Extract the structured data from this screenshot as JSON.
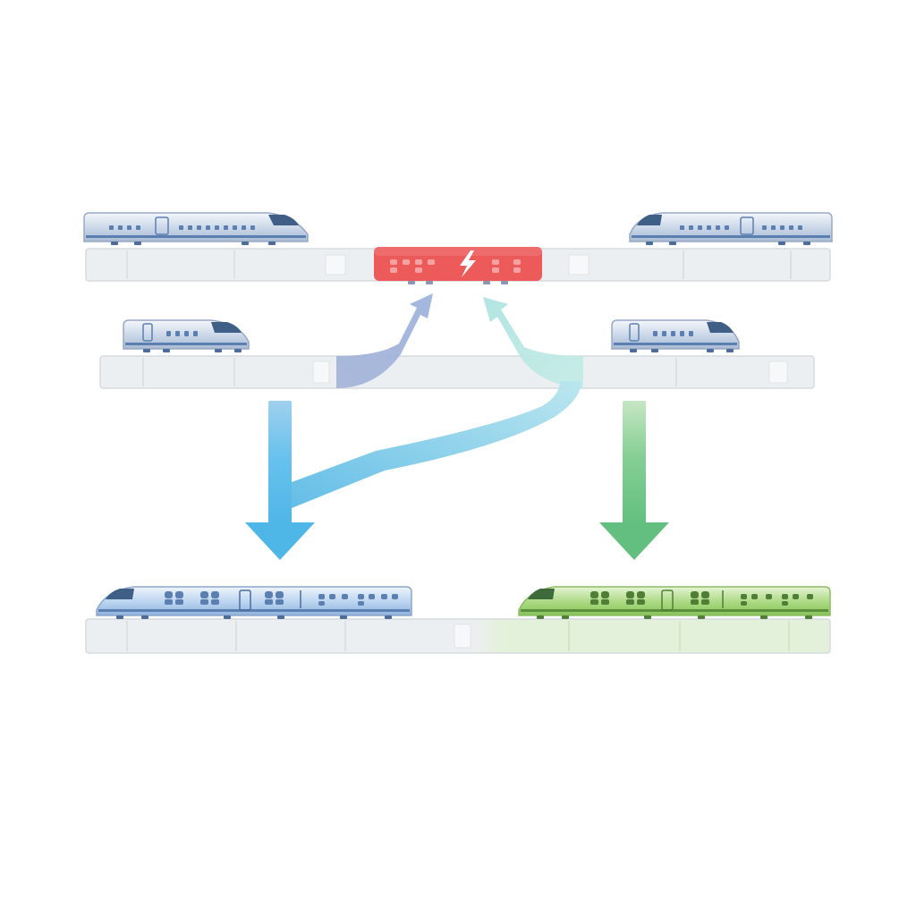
{
  "diagram": {
    "colors": {
      "background": "#ffffff",
      "platform_fill": "#eceff1",
      "platform_stroke": "#d7dbde",
      "train_body": "#c9d6e8",
      "train_roof": "#eef3f9",
      "train_stripe": "#5a7fb0",
      "train_window": "#3f5f86",
      "fault_red": "#ec5a5a",
      "arrow_slate": "#9fb3dc",
      "arrow_mint": "#b5e6e3",
      "arrow_sky": "#56bde9",
      "arrow_green": "#6cc58a",
      "train_blue_body": "#b9d3ef",
      "train_green_body": "#a9d880",
      "platform_green": "#e4f1da"
    },
    "icons": {
      "fault": "lightning-bolt-icon",
      "train": "high-speed-train-icon"
    },
    "tracks": [
      {
        "id": "track-top",
        "has_fault_segment": true
      },
      {
        "id": "track-middle",
        "has_fault_segment": false
      },
      {
        "id": "track-bottom",
        "has_fault_segment": false
      }
    ],
    "trains": [
      {
        "id": "train-top-left",
        "direction": "right",
        "color": "gray"
      },
      {
        "id": "train-top-right",
        "direction": "left",
        "color": "gray"
      },
      {
        "id": "train-mid-left",
        "direction": "right",
        "color": "gray"
      },
      {
        "id": "train-mid-right",
        "direction": "right",
        "color": "gray"
      },
      {
        "id": "train-bottom-left",
        "direction": "left",
        "color": "blue"
      },
      {
        "id": "train-bottom-right",
        "direction": "left",
        "color": "green"
      }
    ],
    "flows": [
      {
        "id": "flow-mid-left-to-fault",
        "direction": "up",
        "color": "slate"
      },
      {
        "id": "flow-mid-right-to-fault",
        "direction": "up",
        "color": "mint"
      },
      {
        "id": "flow-left-down",
        "direction": "down",
        "color": "sky"
      },
      {
        "id": "flow-mid-right-diagonal",
        "direction": "down-left",
        "color": "sky"
      },
      {
        "id": "flow-right-down",
        "direction": "down",
        "color": "green"
      }
    ]
  }
}
